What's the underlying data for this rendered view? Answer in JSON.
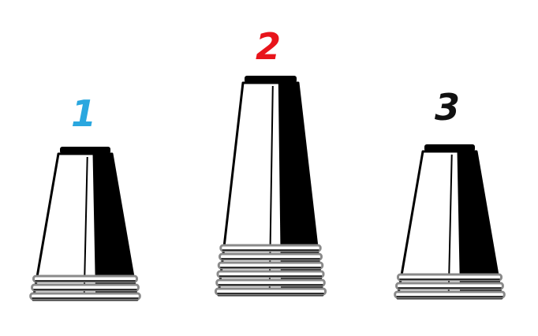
{
  "stacks": [
    {
      "label": "1",
      "label_color": "#2aa7df",
      "cup_count": 3
    },
    {
      "label": "2",
      "label_color": "#e8141b",
      "cup_count": 6
    },
    {
      "label": "3",
      "label_color": "#111111",
      "cup_count": 3
    }
  ],
  "colors": {
    "cup_outline": "#000000",
    "cup_fill": "#ffffff",
    "cup_shadow": "#000000",
    "rim_gray": "#8a8a8a"
  }
}
